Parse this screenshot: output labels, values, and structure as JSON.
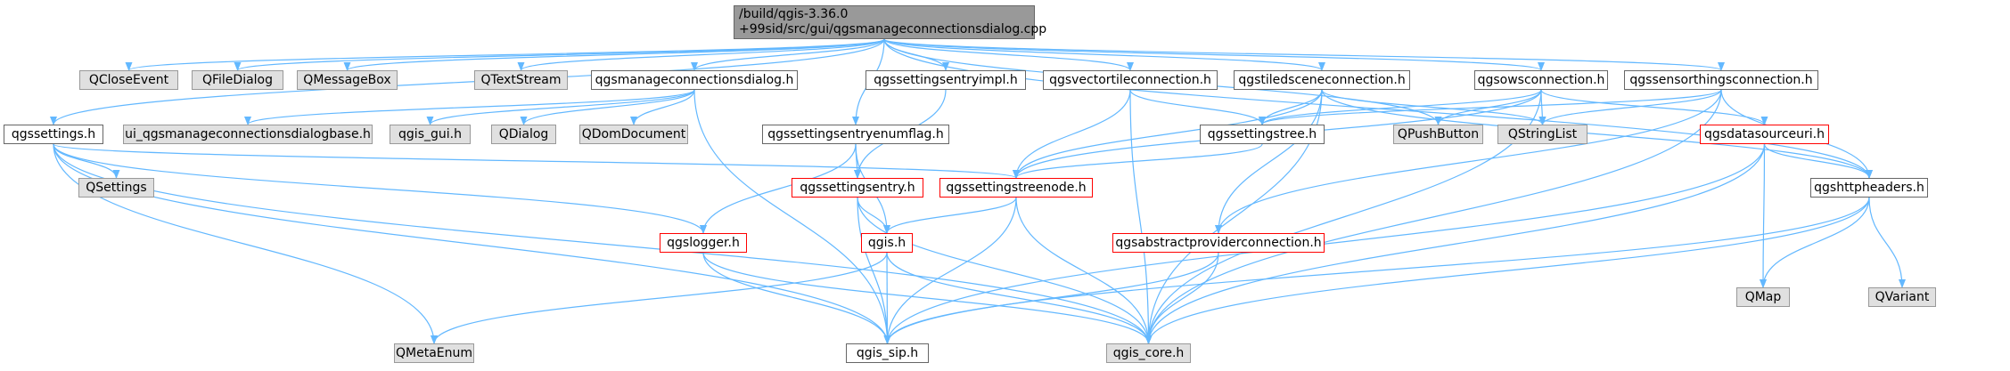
{
  "colors": {
    "edge": "#63b8ff",
    "root_fill": "#999999",
    "external_fill": "#e0e0e0",
    "external_border": "#999999",
    "file_border": "#666666",
    "highlight_border": "#ff0000"
  },
  "nodes": [
    {
      "id": "root",
      "kind": "root",
      "lines": [
        "/build/qgis-3.36.0",
        "+99sid/src/gui/qgsmanageconnectionsdialog.cpp"
      ]
    },
    {
      "id": "qcloseevent",
      "kind": "ext",
      "lines": [
        "QCloseEvent"
      ]
    },
    {
      "id": "qfiledialog",
      "kind": "ext",
      "lines": [
        "QFileDialog"
      ]
    },
    {
      "id": "qmessagebox",
      "kind": "ext",
      "lines": [
        "QMessageBox"
      ]
    },
    {
      "id": "qtextstream",
      "kind": "ext",
      "lines": [
        "QTextStream"
      ]
    },
    {
      "id": "qgsmanageconnectionsdialog_h",
      "kind": "file",
      "lines": [
        "qgsmanageconnectionsdialog.h"
      ]
    },
    {
      "id": "qgssettingsentryimpl_h",
      "kind": "file",
      "lines": [
        "qgssettingsentryimpl.h"
      ]
    },
    {
      "id": "qgsvectortileconnection_h",
      "kind": "file",
      "lines": [
        "qgsvectortileconnection.h"
      ]
    },
    {
      "id": "qgstiledsceneconnection_h",
      "kind": "file",
      "lines": [
        "qgstiledsceneconnection.h"
      ]
    },
    {
      "id": "qgsowsconnection_h",
      "kind": "file",
      "lines": [
        "qgsowsconnection.h"
      ]
    },
    {
      "id": "qgssensorthingsconnection_h",
      "kind": "file",
      "lines": [
        "qgssensorthingsconnection.h"
      ]
    },
    {
      "id": "qgssettings_h",
      "kind": "file",
      "lines": [
        "qgssettings.h"
      ]
    },
    {
      "id": "ui_dialogbase_h",
      "kind": "ext",
      "lines": [
        "ui_qgsmanageconnectionsdialogbase.h"
      ]
    },
    {
      "id": "qgis_gui_h",
      "kind": "ext",
      "lines": [
        "qgis_gui.h"
      ]
    },
    {
      "id": "qdialog",
      "kind": "ext",
      "lines": [
        "QDialog"
      ]
    },
    {
      "id": "qdomdocument",
      "kind": "ext",
      "lines": [
        "QDomDocument"
      ]
    },
    {
      "id": "qgssettingsentryenumflag_h",
      "kind": "file",
      "lines": [
        "qgssettingsentryenumflag.h"
      ]
    },
    {
      "id": "qgssettingstree_h",
      "kind": "file",
      "lines": [
        "qgssettingstree.h"
      ]
    },
    {
      "id": "qpushbutton",
      "kind": "ext",
      "lines": [
        "QPushButton"
      ]
    },
    {
      "id": "qstringlist",
      "kind": "ext",
      "lines": [
        "QStringList"
      ]
    },
    {
      "id": "qgsdatasourceuri_h",
      "kind": "red",
      "lines": [
        "qgsdatasourceuri.h"
      ]
    },
    {
      "id": "qsettings",
      "kind": "ext",
      "lines": [
        "QSettings"
      ]
    },
    {
      "id": "qgssettingsentry_h",
      "kind": "red",
      "lines": [
        "qgssettingsentry.h"
      ]
    },
    {
      "id": "qgssettingstreenode_h",
      "kind": "red",
      "lines": [
        "qgssettingstreenode.h"
      ]
    },
    {
      "id": "qgshttpheaders_h",
      "kind": "file",
      "lines": [
        "qgshttpheaders.h"
      ]
    },
    {
      "id": "qgsabstractproviderconnection_h",
      "kind": "red",
      "lines": [
        "qgsabstractproviderconnection.h"
      ]
    },
    {
      "id": "qgslogger_h",
      "kind": "red",
      "lines": [
        "qgslogger.h"
      ]
    },
    {
      "id": "qgis_h",
      "kind": "red",
      "lines": [
        "qgis.h"
      ]
    },
    {
      "id": "qmap",
      "kind": "ext",
      "lines": [
        "QMap"
      ]
    },
    {
      "id": "qvariant",
      "kind": "ext",
      "lines": [
        "QVariant"
      ]
    },
    {
      "id": "qmetaenum",
      "kind": "ext",
      "lines": [
        "QMetaEnum"
      ]
    },
    {
      "id": "qgis_sip_h",
      "kind": "file",
      "lines": [
        "qgis_sip.h"
      ]
    },
    {
      "id": "qgis_core_h",
      "kind": "ext",
      "lines": [
        "qgis_core.h"
      ]
    }
  ],
  "edges": [
    [
      "root",
      "qcloseevent"
    ],
    [
      "root",
      "qfiledialog"
    ],
    [
      "root",
      "qmessagebox"
    ],
    [
      "root",
      "qtextstream"
    ],
    [
      "root",
      "qgsmanageconnectionsdialog_h"
    ],
    [
      "root",
      "qgssettingsentryimpl_h"
    ],
    [
      "root",
      "qgsvectortileconnection_h"
    ],
    [
      "root",
      "qgstiledsceneconnection_h"
    ],
    [
      "root",
      "qgsowsconnection_h"
    ],
    [
      "root",
      "qgssensorthingsconnection_h"
    ],
    [
      "root",
      "qgssettings_h"
    ],
    [
      "root",
      "qgssettingsentryenumflag_h"
    ],
    [
      "root",
      "qpushbutton"
    ],
    [
      "root",
      "qgshttpheaders_h"
    ],
    [
      "qgsmanageconnectionsdialog_h",
      "ui_dialogbase_h"
    ],
    [
      "qgsmanageconnectionsdialog_h",
      "qgis_gui_h"
    ],
    [
      "qgsmanageconnectionsdialog_h",
      "qdialog"
    ],
    [
      "qgsmanageconnectionsdialog_h",
      "qdomdocument"
    ],
    [
      "qgsmanageconnectionsdialog_h",
      "qgis_sip_h"
    ],
    [
      "qgssettings_h",
      "qsettings"
    ],
    [
      "qgssettings_h",
      "qmetaenum"
    ],
    [
      "qgssettings_h",
      "qgssettingstreenode_h"
    ],
    [
      "qgssettings_h",
      "qgslogger_h"
    ],
    [
      "qgssettings_h",
      "qgis_sip_h"
    ],
    [
      "qgssettings_h",
      "qgis_core_h"
    ],
    [
      "qgssettingsentryimpl_h",
      "qgssettingsentry_h"
    ],
    [
      "qgssettingsentryenumflag_h",
      "qgssettingsentry_h"
    ],
    [
      "qgssettingsentryenumflag_h",
      "qgis_h"
    ],
    [
      "qgssettingsentryenumflag_h",
      "qgslogger_h"
    ],
    [
      "qgsvectortileconnection_h",
      "qgssettingstree_h"
    ],
    [
      "qgsvectortileconnection_h",
      "qgssettingstreenode_h"
    ],
    [
      "qgsvectortileconnection_h",
      "qgis_core_h"
    ],
    [
      "qgstiledsceneconnection_h",
      "qgssettingstree_h"
    ],
    [
      "qgstiledsceneconnection_h",
      "qgssettingstreenode_h"
    ],
    [
      "qgstiledsceneconnection_h",
      "qgsabstractproviderconnection_h"
    ],
    [
      "qgstiledsceneconnection_h",
      "qgis_core_h"
    ],
    [
      "qgstiledsceneconnection_h",
      "qstringlist"
    ],
    [
      "qgstiledsceneconnection_h",
      "qgshttpheaders_h"
    ],
    [
      "qgsowsconnection_h",
      "qgssettingstree_h"
    ],
    [
      "qgsowsconnection_h",
      "qpushbutton"
    ],
    [
      "qgsowsconnection_h",
      "qstringlist"
    ],
    [
      "qgsowsconnection_h",
      "qgsdatasourceuri_h"
    ],
    [
      "qgsowsconnection_h",
      "qgis_core_h"
    ],
    [
      "qgsowsconnection_h",
      "qgssettingstreenode_h"
    ],
    [
      "qgssensorthingsconnection_h",
      "qgssettingstree_h"
    ],
    [
      "qgssensorthingsconnection_h",
      "qstringlist"
    ],
    [
      "qgssensorthingsconnection_h",
      "qgshttpheaders_h"
    ],
    [
      "qgssensorthingsconnection_h",
      "qgsabstractproviderconnection_h"
    ],
    [
      "qgssensorthingsconnection_h",
      "qgis_core_h"
    ],
    [
      "qgssettingstree_h",
      "qgssettingstreenode_h"
    ],
    [
      "qgsdatasourceuri_h",
      "qgshttpheaders_h"
    ],
    [
      "qgsdatasourceuri_h",
      "qmap"
    ],
    [
      "qgsdatasourceuri_h",
      "qgis_core_h"
    ],
    [
      "qgsdatasourceuri_h",
      "qgis_sip_h"
    ],
    [
      "qgssettingsentry_h",
      "qgis_h"
    ],
    [
      "qgssettingsentry_h",
      "qgis_sip_h"
    ],
    [
      "qgssettingsentry_h",
      "qgis_core_h"
    ],
    [
      "qgssettingstreenode_h",
      "qgis_h"
    ],
    [
      "qgssettingstreenode_h",
      "qgis_sip_h"
    ],
    [
      "qgssettingstreenode_h",
      "qgis_core_h"
    ],
    [
      "qgshttpheaders_h",
      "qmap"
    ],
    [
      "qgshttpheaders_h",
      "qvariant"
    ],
    [
      "qgshttpheaders_h",
      "qgis_core_h"
    ],
    [
      "qgshttpheaders_h",
      "qgis_sip_h"
    ],
    [
      "qgsabstractproviderconnection_h",
      "qgis_core_h"
    ],
    [
      "qgsabstractproviderconnection_h",
      "qgis_sip_h"
    ],
    [
      "qgslogger_h",
      "qgis_sip_h"
    ],
    [
      "qgslogger_h",
      "qgis_core_h"
    ],
    [
      "qgis_h",
      "qmetaenum"
    ],
    [
      "qgis_h",
      "qgis_sip_h"
    ],
    [
      "qgis_h",
      "qgis_core_h"
    ]
  ]
}
